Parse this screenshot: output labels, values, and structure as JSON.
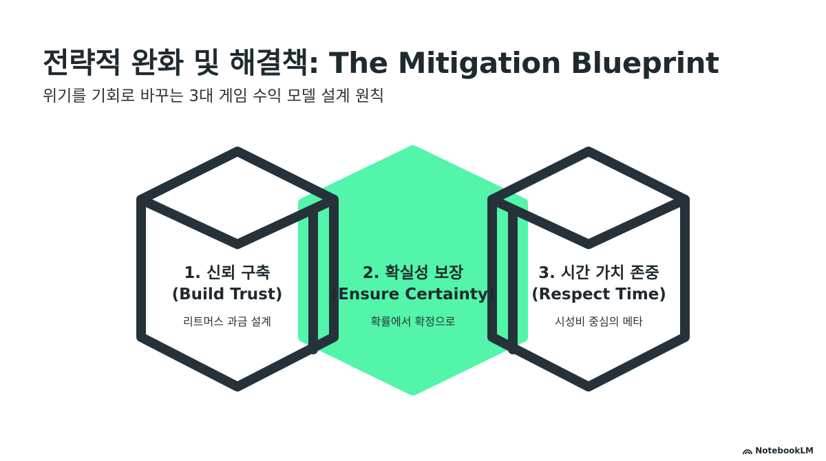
{
  "header": {
    "title": "전략적 완화 및 해결책: The Mitigation Blueprint",
    "subtitle": "위기를 기회로 바꾸는 3대 게임 수익 모델 설계 원칙"
  },
  "steps": [
    {
      "title_kr": "1. 신뢰 구축",
      "title_en": "(Build Trust)",
      "desc": "리트머스 과금 설계"
    },
    {
      "title_kr": "2. 확실성 보장",
      "title_en": "(Ensure Certainty)",
      "desc": "확률에서 확정으로"
    },
    {
      "title_kr": "3. 시간 가치 존중",
      "title_en": "(Respect Time)",
      "desc": "시성비 중심의 메타"
    }
  ],
  "colors": {
    "dark": "#26323a",
    "accent": "#52f5a9"
  },
  "brand": {
    "label": "NotebookLM",
    "icon": "notebooklm-logo-icon"
  }
}
